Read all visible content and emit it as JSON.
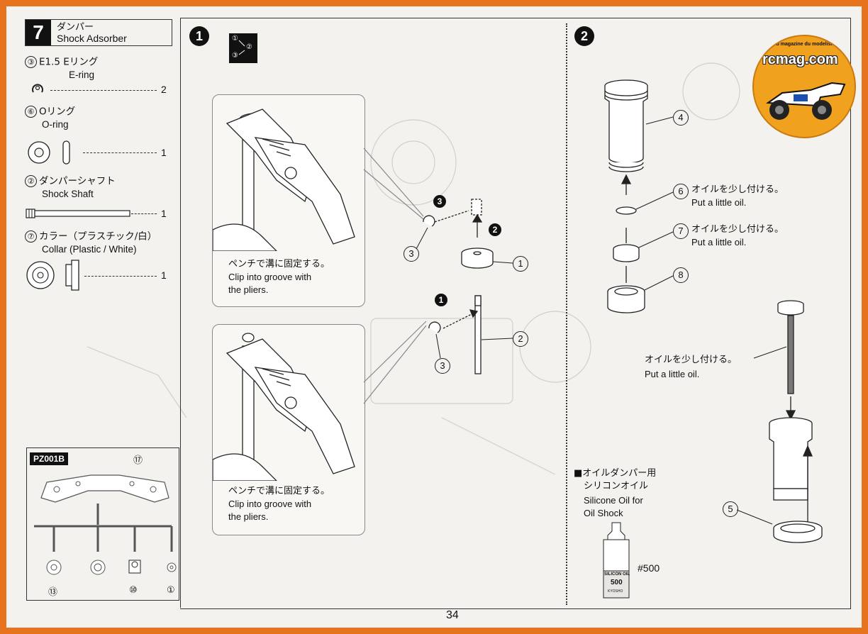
{
  "header": {
    "step_number": "7",
    "title_jp": "ダンパー",
    "title_en": "Shock Adsorber"
  },
  "parts_list": [
    {
      "num": "③",
      "name_jp": "E1.5 Eリング",
      "name_en": "E-ring",
      "qty": "2",
      "icon": "e-ring-icon"
    },
    {
      "num": "⑥",
      "name_jp": "Oリング",
      "name_en": "O-ring",
      "qty": "1",
      "icon": "o-ring-icon"
    },
    {
      "num": "②",
      "name_jp": "ダンパーシャフト",
      "name_en": "Shock Shaft",
      "qty": "1",
      "icon": "shock-shaft-icon"
    },
    {
      "num": "⑦",
      "name_jp": "カラー（プラスチック/白）",
      "name_en": "Collar (Plastic / White)",
      "qty": "1",
      "icon": "collar-icon"
    }
  ],
  "sprue": {
    "label": "PZ001B",
    "part_labels": [
      "⑰",
      "⑬",
      "⑩",
      "①"
    ]
  },
  "step1": {
    "badge": "1",
    "sequence_icon": "sequence-123-icon",
    "sequence_labels": [
      "①",
      "②",
      "③"
    ],
    "callouts": [
      {
        "jp": "ペンチで溝に固定する。",
        "en1": "Clip into groove with",
        "en2": "the pliers."
      },
      {
        "jp": "ペンチで溝に固定する。",
        "en1": "Clip into groove with",
        "en2": "the pliers."
      }
    ],
    "substeps": [
      "3",
      "2",
      "1"
    ],
    "labels": {
      "eclip_top": "3",
      "piston": "1",
      "shaft": "2",
      "eclip_bottom": "3"
    }
  },
  "step2": {
    "badge": "2",
    "labels": {
      "cylinder": "4",
      "oring": "6",
      "collar": "7",
      "cap": "8",
      "bottom_cap": "5"
    },
    "notes": [
      {
        "jp": "オイルを少し付ける。",
        "en": "Put a little oil."
      },
      {
        "jp": "オイルを少し付ける。",
        "en": "Put a little oil."
      },
      {
        "jp": "オイルを少し付ける。",
        "en": "Put a little oil."
      }
    ],
    "silicone": {
      "jp1": "■オイルダンパー用",
      "jp2": "シリコンオイル",
      "en1": "Silicone Oil for",
      "en2": "Oil Shock",
      "bottle_text1": "SILICON OIL",
      "bottle_text2": "500",
      "bottle_brand": "KYOSHO",
      "grade": "#500"
    }
  },
  "page_number": "34",
  "watermark": {
    "text": "rcmag.com",
    "tagline": "Le web magazine du modelisme"
  }
}
